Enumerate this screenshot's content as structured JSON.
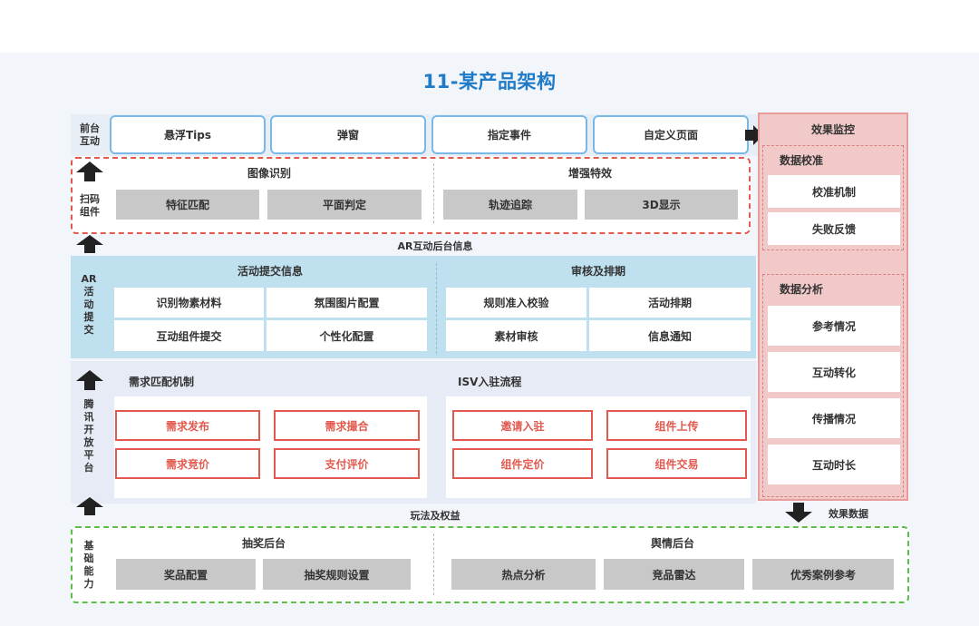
{
  "title": "11-某产品架构",
  "layers": {
    "front": {
      "label": "前台\n互动",
      "items": [
        "悬浮Tips",
        "弹窗",
        "指定事件",
        "自定义页面"
      ]
    },
    "scan": {
      "label": "扫码\n组件",
      "left_head": "图像识别",
      "left_items": [
        "特征匹配",
        "平面判定"
      ],
      "right_head": "增强特效",
      "right_items": [
        "轨迹追踪",
        "3D显示"
      ]
    },
    "ar_info": "AR互动后台信息",
    "ar": {
      "label": "AR\n活\n动\n提\n交",
      "left_head": "活动提交信息",
      "left_items": [
        "识别物素材料",
        "氛围图片配置",
        "互动组件提交",
        "个性化配置"
      ],
      "right_head": "审核及排期",
      "right_items": [
        "规则准入校验",
        "活动排期",
        "素材审核",
        "信息通知"
      ]
    },
    "tencent": {
      "label": "腾\n讯\n开\n放\n平\n台",
      "left_head": "需求匹配机制",
      "left_items": [
        "需求发布",
        "需求撮合",
        "需求竞价",
        "支付评价"
      ],
      "right_head": "ISV入驻流程",
      "right_items": [
        "邀请入驻",
        "组件上传",
        "组件定价",
        "组件交易"
      ]
    },
    "play_rights": "玩法及权益",
    "base": {
      "label": "基\n础\n能\n力",
      "left_head": "抽奖后台",
      "left_items": [
        "奖品配置",
        "抽奖规则设置"
      ],
      "right_head": "舆情后台",
      "right_items": [
        "热点分析",
        "竞品雷达",
        "优秀案例参考"
      ]
    }
  },
  "monitor": {
    "title": "效果监控",
    "calib": {
      "head": "数据校准",
      "items": [
        "校准机制",
        "失败反馈"
      ]
    },
    "analysis": {
      "head": "数据分析",
      "items": [
        "参考情况",
        "互动转化",
        "传播情况",
        "互动时长"
      ]
    },
    "effect_data": "效果数据"
  },
  "colors": {
    "title": "#1f7bc8",
    "blue_border": "#7ab8e6",
    "ar_bg": "#bfe0ee",
    "red": "#e25a4f",
    "green": "#5bbf4a",
    "pink_bg": "#f2c9c9",
    "pink_border": "#e99c9c",
    "gray_box": "#c8c8c8"
  }
}
